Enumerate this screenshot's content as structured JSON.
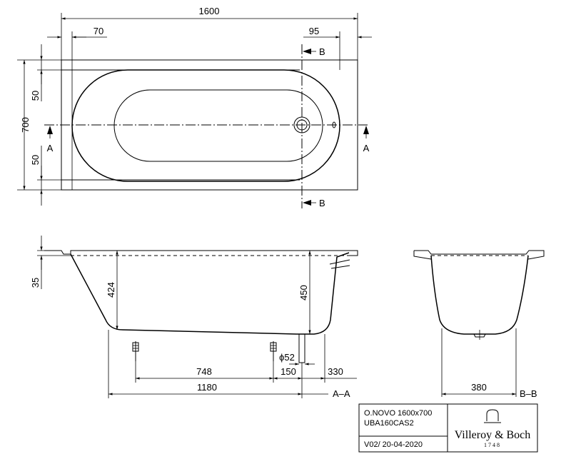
{
  "plan_view": {
    "dims": {
      "overall_length": "1600",
      "left_offset": "70",
      "right_offset": "95",
      "overall_width": "700",
      "top_margin": "50",
      "bottom_margin": "50"
    },
    "section_labels": {
      "a_left": "A",
      "a_right": "A",
      "b_top": "B",
      "b_bottom": "B"
    }
  },
  "section_aa": {
    "dims": {
      "rim": "35",
      "depth_left": "424",
      "depth_right": "450",
      "dist_748": "748",
      "dist_150": "150",
      "dist_330": "330",
      "dist_1180": "1180",
      "waste_diameter": "ϕ52"
    },
    "label": "A–A"
  },
  "section_bb": {
    "dims": {
      "bottom_width": "380"
    },
    "label": "B–B"
  },
  "title_block": {
    "product_line1": "O.NOVO 1600x700",
    "product_line2": "UBA160CAS2",
    "revision": "V02/ 20-04-2020",
    "brand": "Villeroy & Boch",
    "brand_year": "1748"
  }
}
